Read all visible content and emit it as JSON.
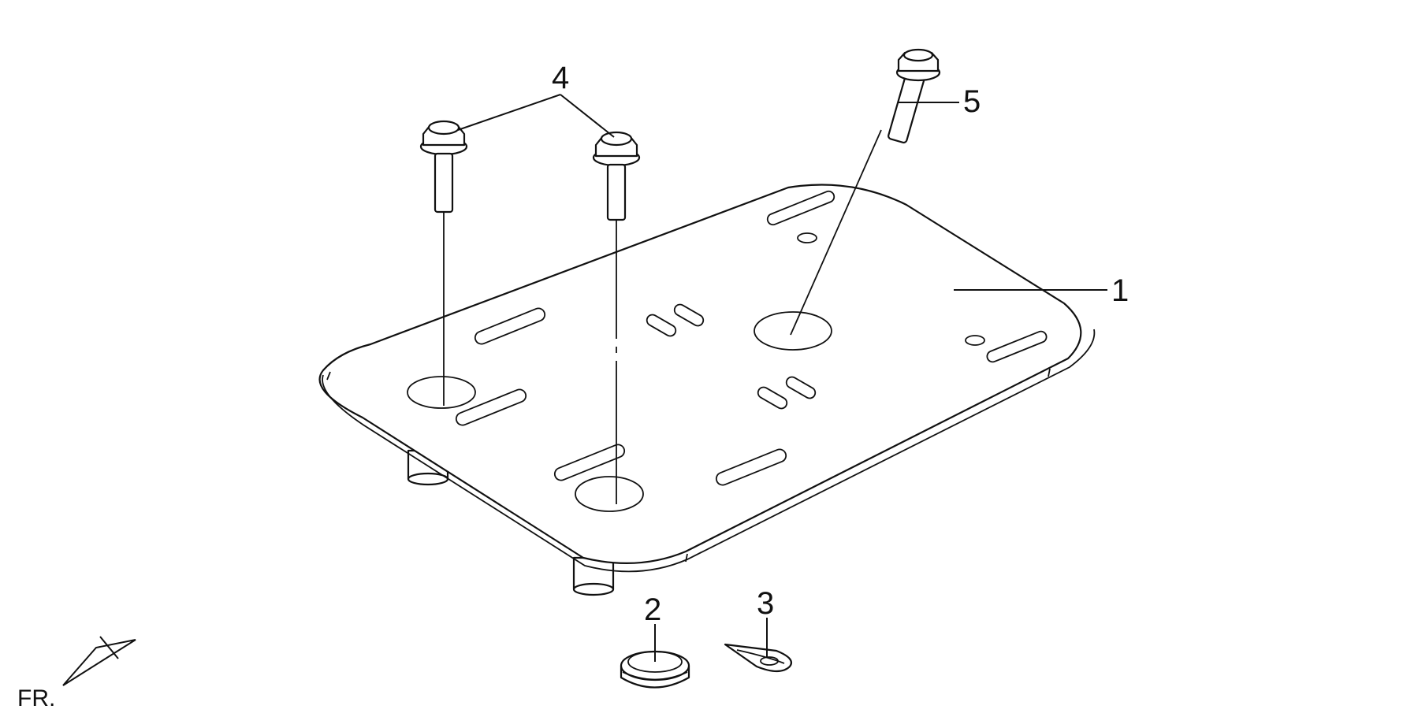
{
  "callouts": [
    {
      "id": "1",
      "label": "1"
    },
    {
      "id": "2",
      "label": "2"
    },
    {
      "id": "3",
      "label": "3"
    },
    {
      "id": "4",
      "label": "4"
    },
    {
      "id": "5",
      "label": "5"
    }
  ],
  "orientation": {
    "label": "FR.",
    "icon": "front-direction-arrow-icon"
  },
  "colors": {
    "line": "#111111",
    "background": "#ffffff"
  }
}
